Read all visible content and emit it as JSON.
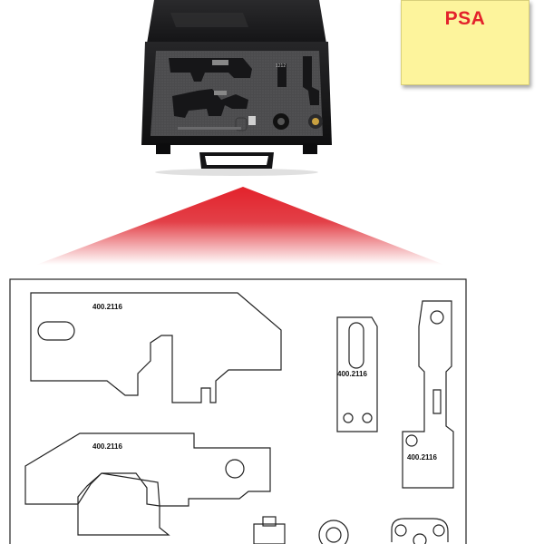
{
  "brand_label": {
    "text": "PSA",
    "bg": "#fdf49c",
    "text_color": "#e3222b"
  },
  "case": {
    "tag_text": "1212"
  },
  "drawing": {
    "labels": [
      "400.2116",
      "400.2116",
      "400.2116",
      "400.2116"
    ]
  },
  "colors": {
    "beam": "#e3222b",
    "case": "#1d1d1f",
    "foam": "#4a4a4a"
  }
}
